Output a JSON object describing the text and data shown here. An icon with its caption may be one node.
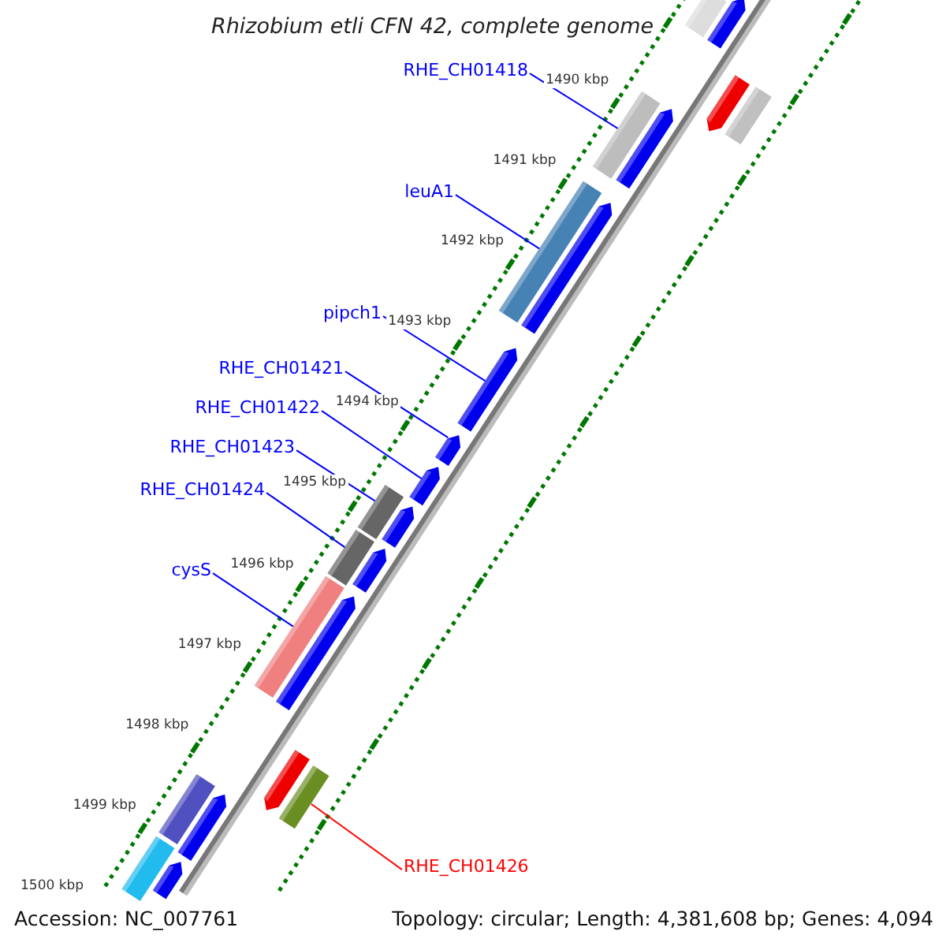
{
  "diagram": {
    "title": "Rhizobium etli CFN 42, complete genome",
    "nodes": [
      {
        "text": [
          "RHE_CH01418"
        ]
      },
      {
        "text": [
          "leuA1"
        ]
      },
      {
        "text": [
          "pipch1"
        ]
      },
      {
        "text": [
          "RHE_CH01421"
        ]
      },
      {
        "text": [
          "RHE_CH01422"
        ]
      },
      {
        "text": [
          "RHE_CH01423"
        ]
      },
      {
        "text": [
          "RHE_CH01424"
        ]
      },
      {
        "text": [
          "cysS"
        ]
      },
      {
        "text": [
          "RHE_CH01426"
        ]
      },
      {
        "text": [],
        "shape": "bar"
      },
      {
        "text": [],
        "shape": "bar"
      },
      {
        "text": [],
        "shape": "bar"
      },
      {
        "text": [],
        "shape": "bar"
      },
      {
        "text": [],
        "shape": "bar"
      },
      {
        "text": [],
        "shape": "bar"
      },
      {
        "text": [],
        "shape": "bar"
      },
      {
        "text": [],
        "shape": "bar"
      },
      {
        "text": [],
        "shape": "bar"
      },
      {
        "text": [],
        "shape": "bar"
      },
      {
        "text": [],
        "shape": "bar"
      },
      {
        "text": [],
        "shape": "bar"
      },
      {
        "text": [],
        "shape": "bar"
      },
      {
        "text": [],
        "shape": "bar"
      },
      {
        "text": [],
        "shape": "bar"
      },
      {
        "text": [],
        "shape": "bar"
      },
      {
        "text": [],
        "shape": "bar"
      },
      {
        "text": [],
        "shape": "bar"
      },
      {
        "text": [],
        "shape": "bar"
      },
      {
        "text": [],
        "shape": "bar"
      },
      {
        "text": [],
        "shape": "bar"
      },
      {
        "text": [],
        "shape": "bar"
      },
      {
        "text": [],
        "shape": "bar"
      }
    ],
    "edges": [
      {
        "from": 0,
        "to": 14,
        "arrow": "none"
      },
      {
        "from": 1,
        "to": 15,
        "arrow": "none"
      },
      {
        "from": 2,
        "to": 17,
        "arrow": "none"
      },
      {
        "from": 3,
        "to": 18,
        "arrow": "none"
      },
      {
        "from": 4,
        "to": 19,
        "arrow": "none"
      },
      {
        "from": 5,
        "to": 20,
        "arrow": "none"
      },
      {
        "from": 6,
        "to": 22,
        "arrow": "none"
      },
      {
        "from": 7,
        "to": 24,
        "arrow": "none"
      },
      {
        "from": 8,
        "to": 27,
        "arrow": "none",
        "color": "#ff0000"
      }
    ],
    "labels": [
      "1490 kbp",
      "1491 kbp",
      "1492 kbp",
      "1493 kbp",
      "1494 kbp",
      "1495 kbp",
      "1496 kbp",
      "1497 kbp",
      "1498 kbp",
      "1499 kbp",
      "1500 kbp",
      "Accession: NC_007761",
      "Topology: circular; Length: 4,381,608 bp; Genes: 4,094"
    ]
  }
}
